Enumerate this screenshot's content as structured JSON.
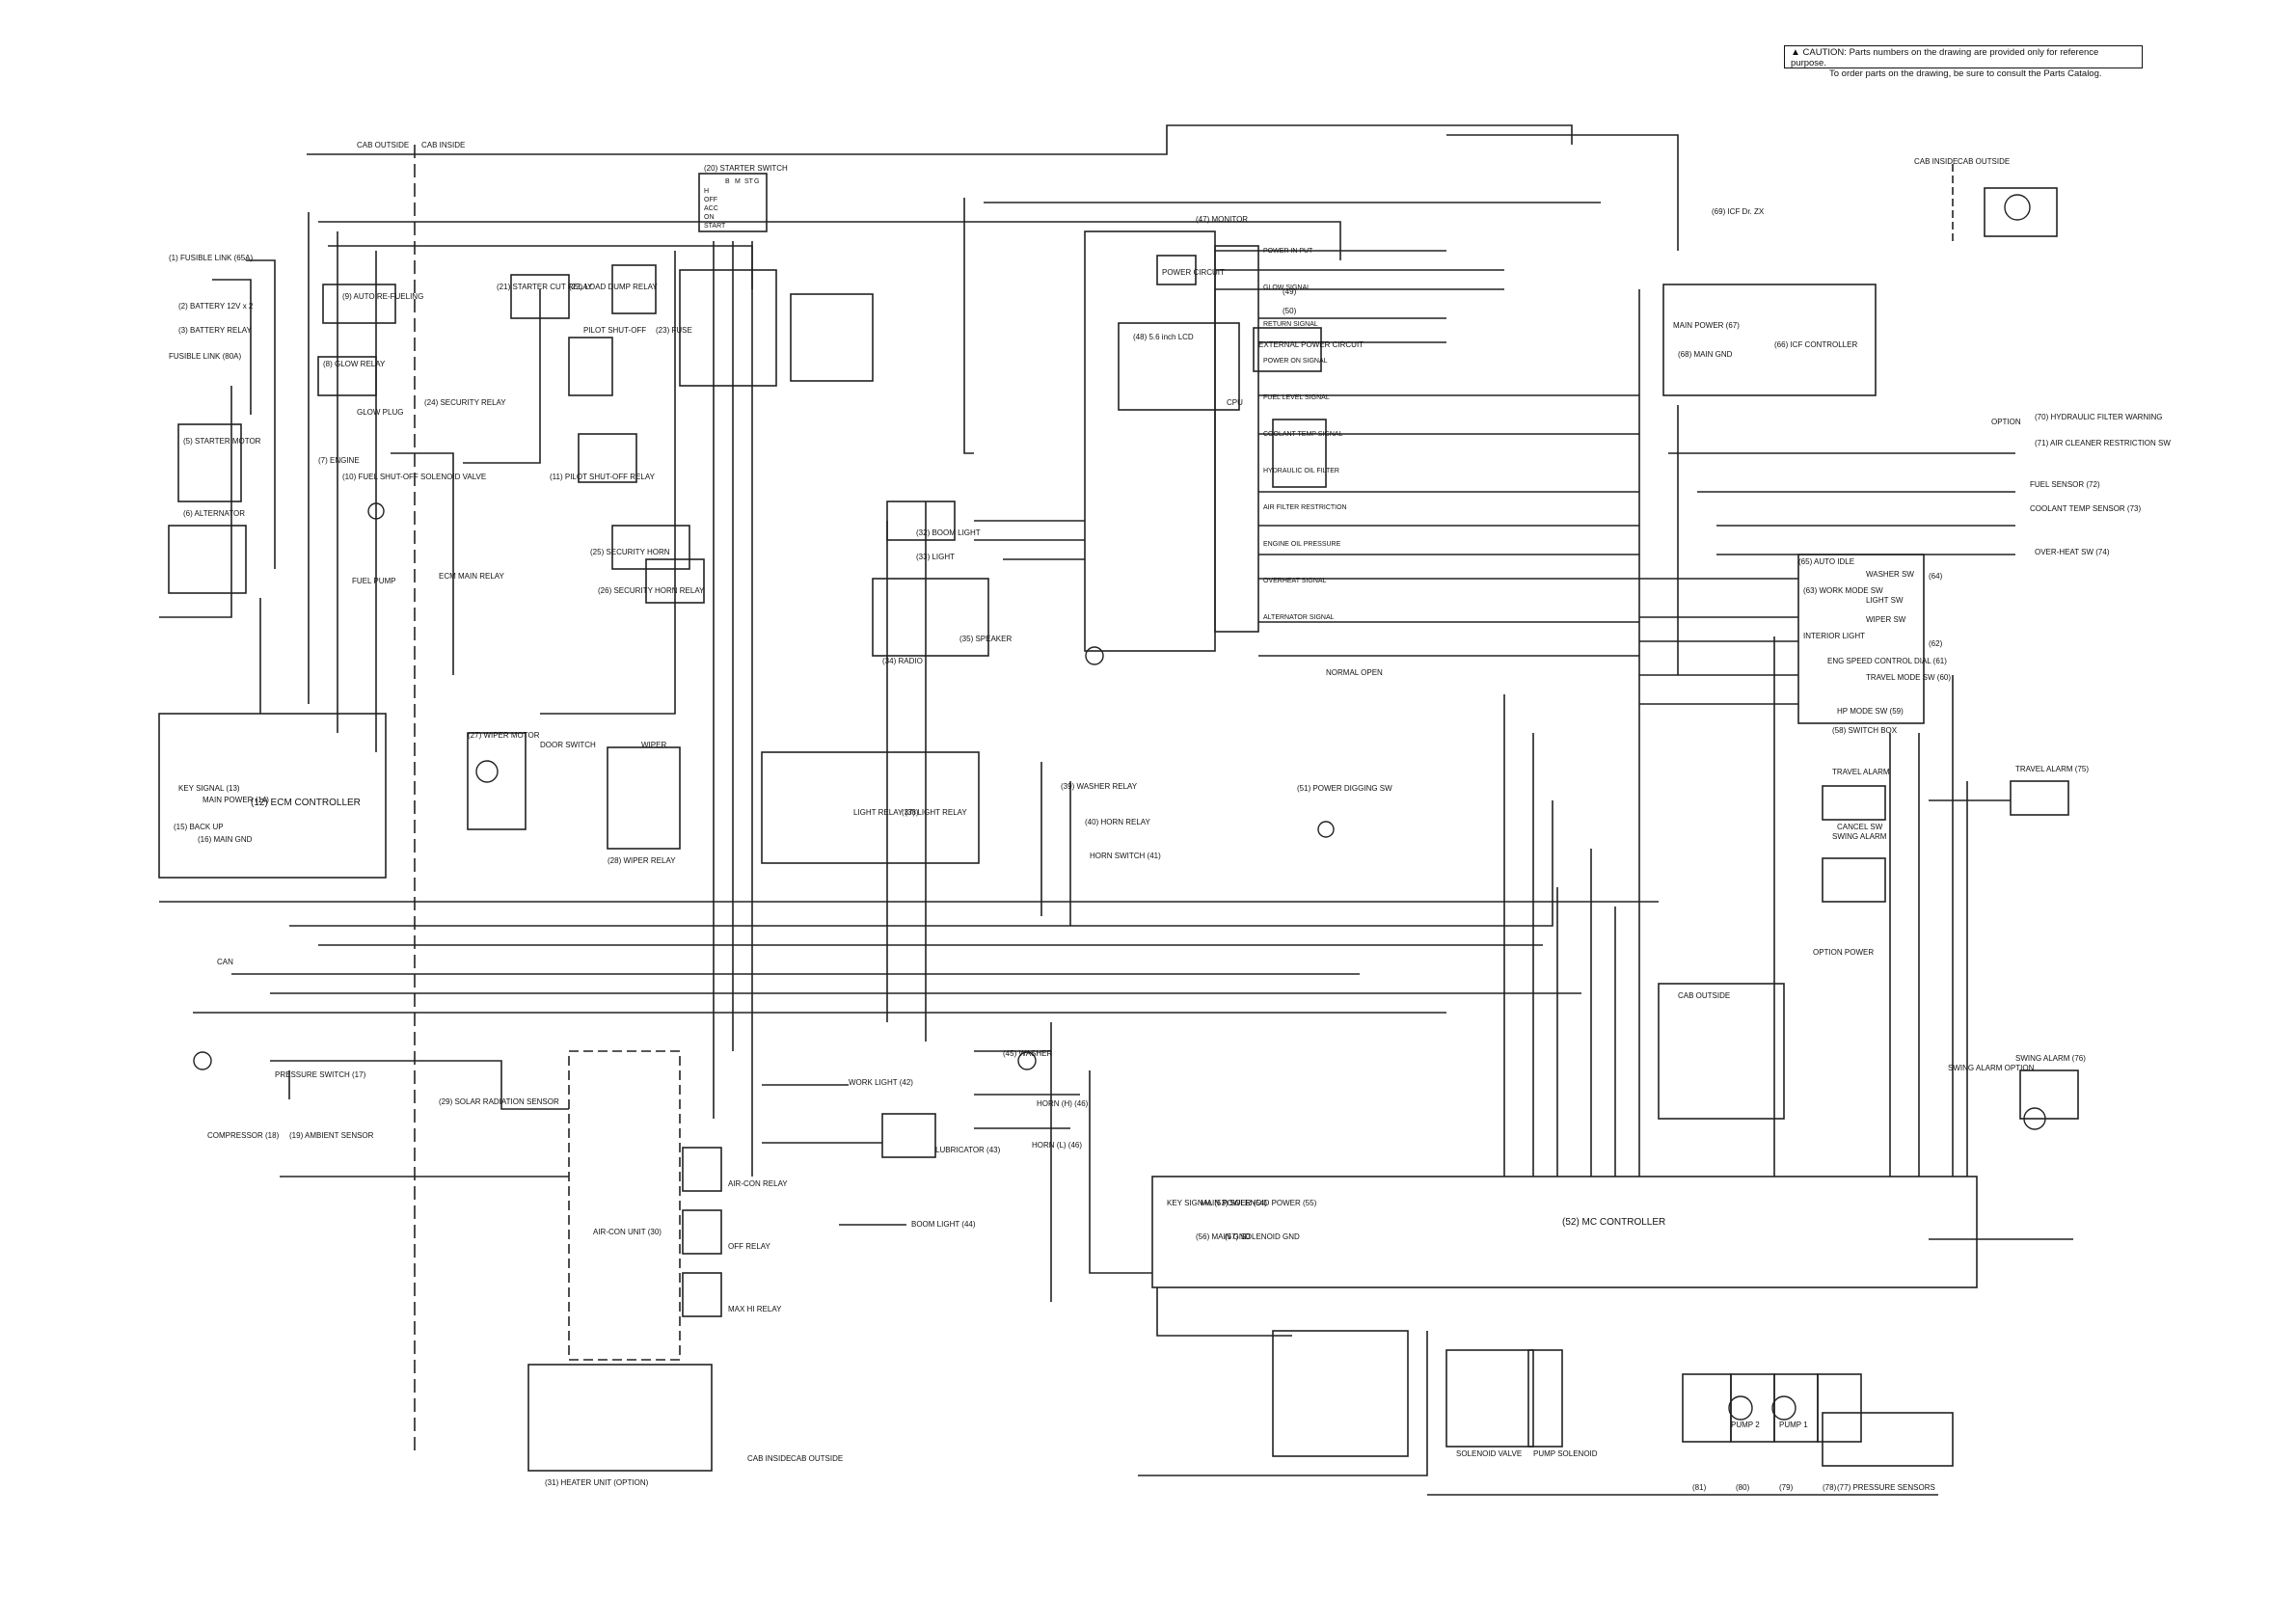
{
  "caution": {
    "line1": "CAUTION: Parts numbers on the drawing are provided only for reference purpose.",
    "line2": "To order parts on the drawing, be sure to consult the Parts Catalog."
  },
  "boundary_labels": {
    "top_left_out": "CAB OUTSIDE",
    "top_left_in": "CAB INSIDE",
    "top_right_in": "CAB INSIDE",
    "top_right_out": "CAB OUTSIDE",
    "bottom_in": "CAB INSIDE",
    "bottom_out": "CAB OUTSIDE"
  },
  "components": {
    "fusible_link_65": "(1) FUSIBLE LINK (65A)",
    "battery": "(2) BATTERY 12V x 2",
    "battery_relay": "(3) BATTERY RELAY",
    "fusible_link_80": "FUSIBLE LINK (80A)",
    "starter_motor": "(5) STARTER MOTOR",
    "alternator": "(6) ALTERNATOR",
    "engine": "(7) ENGINE",
    "glow_relay": "(8) GLOW RELAY",
    "glow_plug": "GLOW PLUG",
    "auto_refueling": "(9) AUTO RE-FUELING",
    "fuel_shutoff": "(10) FUEL SHUT-OFF SOLENOID VALVE",
    "fuel_pump": "FUEL PUMP",
    "pilot_shutoff_relay": "(11) PILOT SHUT-OFF RELAY",
    "ecm_main_relay": "ECM MAIN RELAY",
    "key_signal": "KEY SIGNAL (13)",
    "main_power_14": "MAIN POWER (14)",
    "backup": "(15) BACK UP",
    "main_gnd_16": "(16) MAIN GND",
    "ecm_controller": "(12) ECM CONTROLLER",
    "starter_switch": "(20) STARTER SWITCH",
    "starter_cut_relay": "(21) STARTER CUT RELAY",
    "load_dump_relay": "(22) LOAD DUMP RELAY",
    "pilot_shutoff_sw": "PILOT SHUT-OFF",
    "fuse": "(23) FUSE",
    "security_relay": "(24) SECURITY RELAY",
    "security_horn": "(25) SECURITY HORN",
    "security_horn_relay": "(26) SECURITY HORN RELAY",
    "wiper_motor": "(27) WIPER MOTOR",
    "door_switch": "DOOR SWITCH",
    "wiper": "WIPER",
    "wiper_relay": "(28) WIPER RELAY",
    "can": "CAN",
    "pressure_switch": "PRESSURE SWITCH (17)",
    "compressor": "COMPRESSOR (18)",
    "ambient_sensor": "(19) AMBIENT SENSOR",
    "solar_sensor": "(29) SOLAR RADIATION SENSOR",
    "aircon_unit": "AIR-CON UNIT (30)",
    "heater_unit": "(31) HEATER UNIT (OPTION)",
    "aircon_relay": "AIR-CON RELAY",
    "off_relay": "OFF RELAY",
    "max_hi_relay": "MAX HI RELAY",
    "boom_light": "(32) BOOM LIGHT",
    "cab_light": "(33) LIGHT",
    "speaker": "(35) SPEAKER",
    "radio": "(34) RADIO",
    "light_relay_38": "LIGHT RELAY (38)",
    "light_relay_37": "(37) LIGHT RELAY",
    "washer_relay": "(39) WASHER RELAY",
    "horn_relay": "(40) HORN RELAY",
    "horn_switch": "HORN SWITCH (41)",
    "work_light": "WORK LIGHT (42)",
    "lubricator": "LUBRICATOR (43)",
    "boom_light_44": "BOOM LIGHT (44)",
    "washer": "(45) WASHER",
    "horn_hi": "HORN (H) (46)",
    "horn_lo": "HORN (L) (46)",
    "monitor": "(47) MONITOR",
    "lcd": "(48) 5.6 inch LCD",
    "cpu": "CPU",
    "power_circuit": "POWER CIRCUIT",
    "external_power_circuit": "EXTERNAL POWER CIRCUIT",
    "monitor_49": "(49)",
    "monitor_50": "(50)",
    "power_digging_sw": "(51) POWER DIGGING SW",
    "mc_controller": "(52) MC CONTROLLER",
    "key_signal_53": "KEY SIGNAL (53)",
    "main_power_54": "MAIN POWER (54)",
    "solenoid_power_55": "SOLENOID POWER (55)",
    "main_gnd_56": "(56) MAIN GND",
    "solenoid_gnd_57": "(57) SOLENOID GND",
    "switch_box": "(58) SWITCH BOX",
    "icf_dr_zx": "(69) ICF Dr. ZX",
    "icf_controller": "(66) ICF CONTROLLER",
    "main_power_67": "MAIN POWER (67)",
    "main_gnd_68": "(68) MAIN GND",
    "hydraulic_filter": "(70) HYDRAULIC FILTER WARNING",
    "air_cleaner": "(71) AIR CLEANER RESTRICTION SW",
    "fuel_sensor": "FUEL SENSOR (72)",
    "coolant_temp": "COOLANT TEMP SENSOR (73)",
    "overheat_sw": "OVER-HEAT SW (74)",
    "travel_alarm": "TRAVEL ALARM",
    "travel_alarm_75": "TRAVEL ALARM (75)",
    "swing_alarm": "SWING ALARM",
    "swing_alarm_76": "SWING ALARM (76)",
    "swing_alarm_option": "SWING ALARM OPTION",
    "pressure_sensors": "(77) PRESSURE SENSORS",
    "pump1": "PUMP 1",
    "pump2": "PUMP 2",
    "ps_78": "(78)",
    "ps_79": "(79)",
    "ps_80": "(80)",
    "ps_81": "(81)",
    "solenoid_valve": "SOLENOID VALVE",
    "pump_solenoid": "PUMP SOLENOID",
    "work_mode_sw": "(63) WORK MODE SW",
    "washer_sw": "WASHER SW",
    "light_sw": "LIGHT SW",
    "wiper_sw": "WIPER SW",
    "auto_idle": "(65) AUTO IDLE",
    "interior_light": "INTERIOR LIGHT",
    "eng_speed": "ENG SPEED CONTROL DIAL (61)",
    "travel_mode": "TRAVEL MODE SW (60)",
    "hp_mode": "HP MODE SW (59)",
    "monitor_62": "(62)",
    "monitor_64": "(64)",
    "normal_open": "NORMAL OPEN",
    "option": "OPTION",
    "option_power": "OPTION POWER",
    "cancel_sw": "CANCEL SW"
  },
  "monitor_signals": [
    "POWER IN PUT",
    "GLOW SIGNAL",
    "RETURN SIGNAL",
    "POWER ON SIGNAL",
    "FUEL LEVEL SIGNAL",
    "COOLANT TEMP SIGNAL",
    "HYDRAULIC OIL FILTER",
    "AIR FILTER RESTRICTION",
    "ENGINE OIL PRESSURE",
    "OVERHEAT SIGNAL",
    "ALTERNATOR SIGNAL"
  ],
  "starter_table": {
    "header": [
      "",
      "B",
      "M",
      "ST",
      "G"
    ],
    "rows": [
      "H",
      "OFF",
      "ACC",
      "ON",
      "START"
    ]
  }
}
